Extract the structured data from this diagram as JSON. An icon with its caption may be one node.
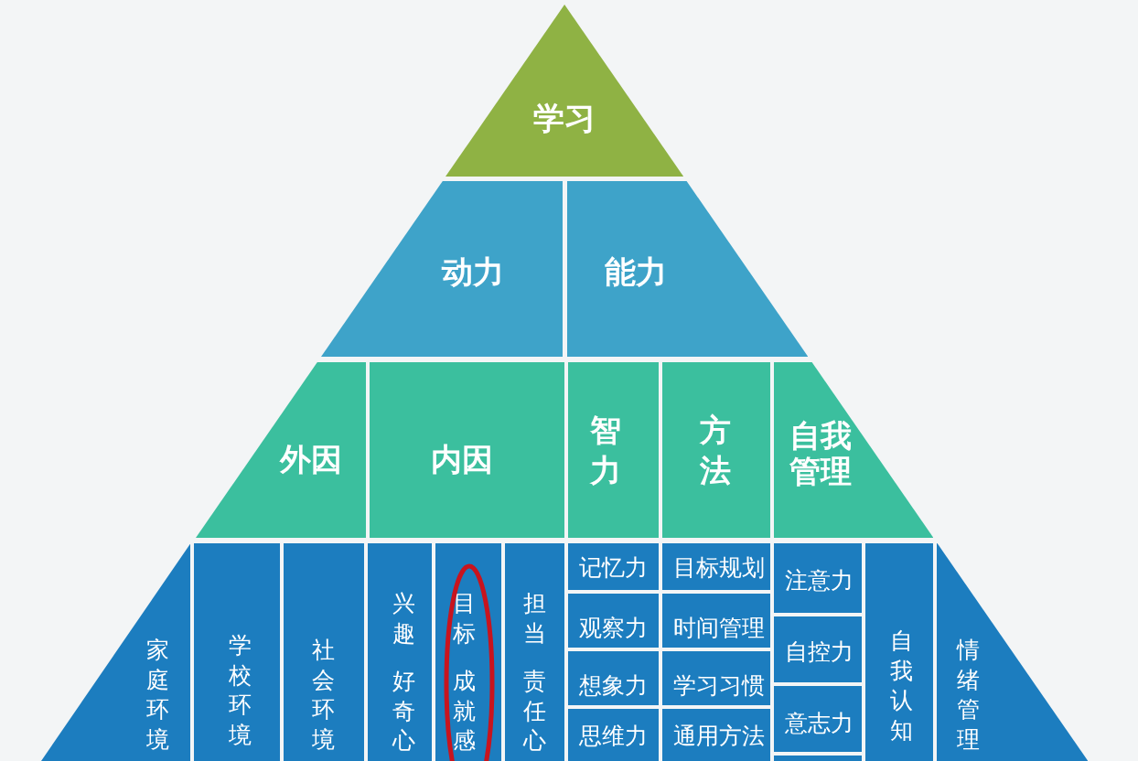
{
  "diagram": {
    "nodes": [
      {
        "text": [
          "学习"
        ]
      },
      {
        "text": [
          "动力"
        ]
      },
      {
        "text": [
          "能力"
        ]
      },
      {
        "text": [
          "外因"
        ]
      },
      {
        "text": [
          "内因"
        ]
      },
      {
        "text": [
          "智力"
        ]
      },
      {
        "text": [
          "方法"
        ]
      },
      {
        "text": [
          "自我管理"
        ]
      },
      {
        "text": [
          "家庭环境"
        ]
      },
      {
        "text": [
          "学校环境"
        ]
      },
      {
        "text": [
          "社会环境"
        ]
      },
      {
        "text": [
          "兴趣",
          "好奇心"
        ]
      },
      {
        "text": [
          "目标",
          "成就感"
        ]
      },
      {
        "text": [
          "担当",
          "责任心"
        ]
      },
      {
        "text": [
          "记忆力"
        ]
      },
      {
        "text": [
          "观察力"
        ]
      },
      {
        "text": [
          "想象力"
        ]
      },
      {
        "text": [
          "思维力"
        ]
      },
      {
        "text": [
          "目标规划"
        ]
      },
      {
        "text": [
          "时间管理"
        ]
      },
      {
        "text": [
          "学习习惯"
        ]
      },
      {
        "text": [
          "通用方法"
        ]
      },
      {
        "text": [
          "注意力"
        ]
      },
      {
        "text": [
          "自控力"
        ]
      },
      {
        "text": [
          "意志力"
        ]
      },
      {
        "text": [],
        "shape": "box"
      },
      {
        "text": [
          "自我认知"
        ]
      },
      {
        "text": [
          "情绪管理"
        ]
      }
    ]
  }
}
